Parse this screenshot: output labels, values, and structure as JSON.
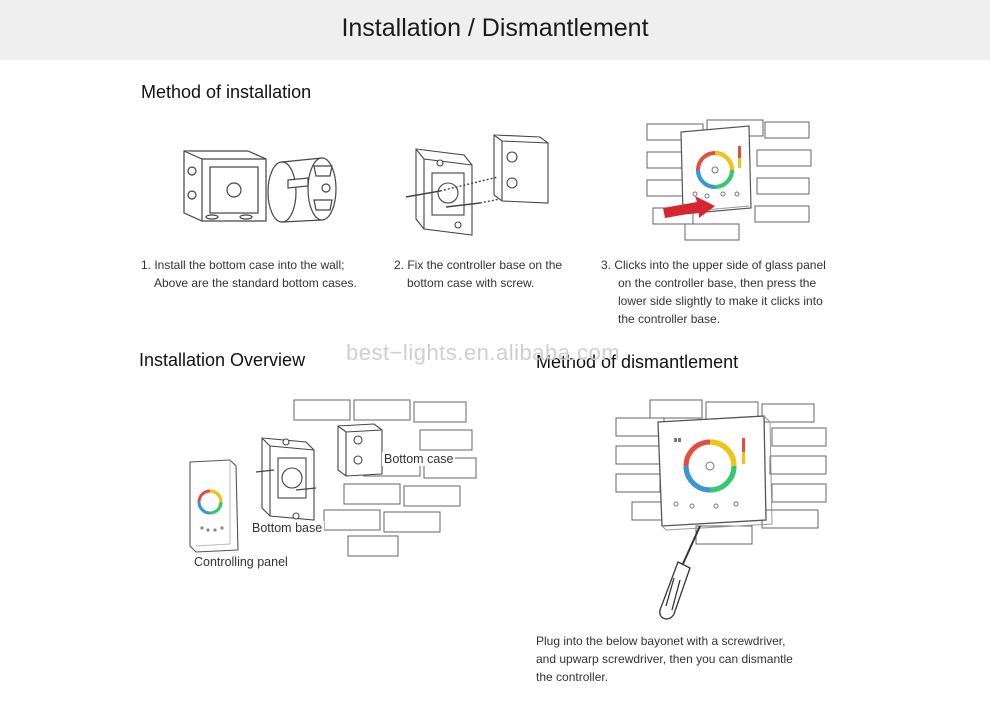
{
  "banner": {
    "title": "Installation / Dismantlement"
  },
  "sections": {
    "install_method": "Method of installation",
    "overview": "Installation Overview",
    "dismantle": "Method of dismantlement"
  },
  "steps": [
    {
      "lines": [
        "1. Install the bottom case into the wall;",
        "Above are the standard bottom cases."
      ]
    },
    {
      "lines": [
        "2. Fix the controller base on the",
        "bottom case with screw."
      ]
    },
    {
      "lines": [
        "3. Clicks into the upper side of glass panel",
        "on the controller base, then press the",
        "lower side slightly to make it clicks into",
        "the controller base."
      ]
    }
  ],
  "overview_labels": {
    "bottom_case": "Bottom case",
    "bottom_base": "Bottom base",
    "controlling_panel": "Controlling panel"
  },
  "dismantle_text": {
    "lines": [
      "Plug into the below bayonet with a screwdriver,",
      "and upwarp screwdriver, then you can dismantle",
      "the controller."
    ]
  },
  "watermark": "best−lights.en.alibaba.com",
  "colors": {
    "banner_bg": "#efefef",
    "arrow": "#d7262f",
    "line": "#555555"
  },
  "icons": [
    "bottom-case-square-illustration",
    "bottom-case-round-illustration",
    "controller-base-illustration",
    "glass-panel-on-wall-illustration",
    "red-arrow-icon",
    "brick-wall-illustration",
    "screwdriver-illustration",
    "color-wheel-icon"
  ]
}
